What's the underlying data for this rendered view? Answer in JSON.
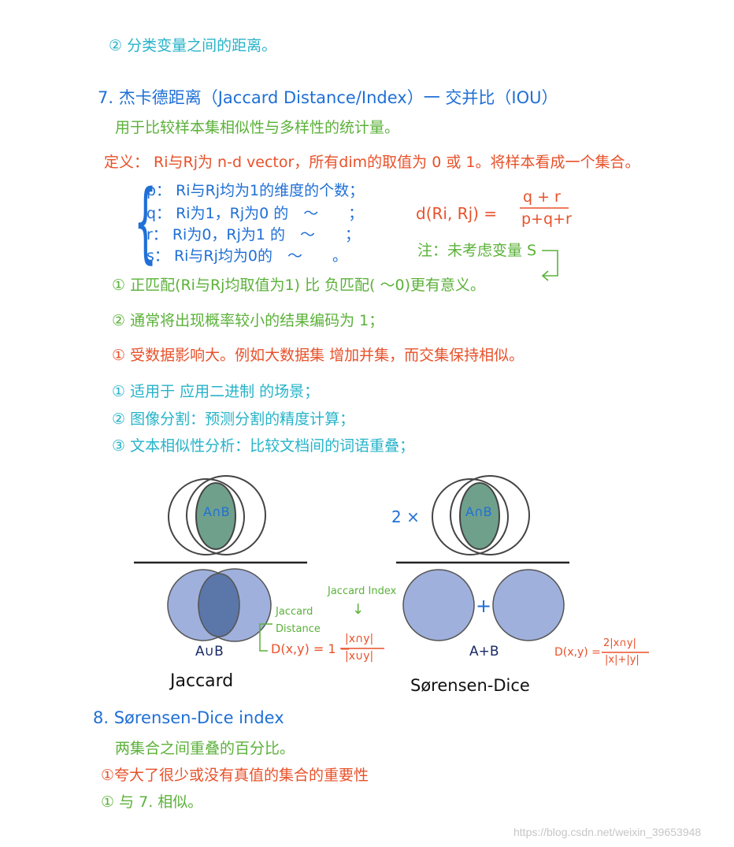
{
  "lines": {
    "l1": "② 分类变量之间的距离。",
    "l2": "7. 杰卡德距离（Jaccard Distance/Index）一 交并比（IOU）",
    "l3": "用于比较样本集相似性与多样性的统计量。",
    "l4": "定义： Ri与Rj为 n-d vector，所有dim的取值为 0 或 1。将样本看成一个集合。",
    "p": "p： Ri与Rj均为1的维度的个数；",
    "q": "q： Ri为1，Rj为0 的　～　　；",
    "r": "r： Ri为0，Rj为1 的　～　　；",
    "s": "s： Ri与Rj均为0的　～　　。",
    "formula_lhs": "d(Ri, Rj) =",
    "formula_num": "q + r",
    "formula_den": "p+q+r",
    "note": "注：未考虑变量 S",
    "n1": "① 正匹配(Ri与Rj均取值为1) 比 负匹配( ～0)更有意义。",
    "n2": "② 通常将出现概率较小的结果编码为 1；",
    "n3": "① 受数据影响大。例如大数据集 增加并集，而交集保持相似。",
    "u1": "① 适用于 应用二进制 的场景；",
    "u2": "② 图像分割：预测分割的精度计算；",
    "u3": "③ 文本相似性分析：比较文档间的词语重叠；",
    "s8": "8. Sørensen-Dice index",
    "s8a": "两集合之间重叠的百分比。",
    "s8b": "①夸大了很少或没有真值的集合的重要性",
    "s8c": "① 与 7. 相似。"
  },
  "diagram": {
    "intersection": "A∩B",
    "intersection2": "A∩B",
    "two_times": "2 ×",
    "union": "A∪B",
    "sum": "A+B",
    "plus": "+",
    "jaccard": "Jaccard",
    "dice": "Sørensen-Dice",
    "jaccard_distance_1": "Jaccard",
    "jaccard_distance_2": "Distance",
    "jaccard_index": "Jaccard Index",
    "arrow": "↓",
    "jd_formula_lhs": "D(x,y) = 1 −",
    "jd_num": "|x∩y|",
    "jd_den": "|x∪y|",
    "dice_formula_lhs": "D(x,y) =",
    "dice_num": "2|x∩y|",
    "dice_den": "|x|+|y|"
  },
  "watermark": "https://blog.csdn.net/weixin_39653948",
  "colors": {
    "cyan": "#26b3c9",
    "blue": "#1f6fd6",
    "green": "#5bb139",
    "red": "#e8512a",
    "circle_fill": "#9fb0dc",
    "circle_dark": "#5b76a8",
    "inter_fill": "#6fa08c"
  }
}
